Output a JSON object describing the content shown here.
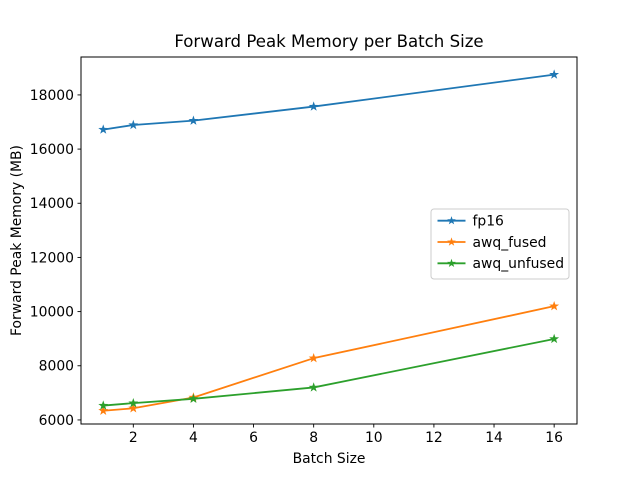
{
  "window": {
    "background": "#ffffff"
  },
  "chart_data": {
    "type": "line",
    "title": "Forward Peak Memory per Batch Size",
    "xlabel": "Batch Size",
    "ylabel": "Forward Peak Memory (MB)",
    "x": [
      1,
      2,
      4,
      8,
      16
    ],
    "series": [
      {
        "name": "fp16",
        "color": "#1f77b4",
        "marker": "star",
        "values": [
          16720,
          16890,
          17050,
          17570,
          18750
        ]
      },
      {
        "name": "awq_fused",
        "color": "#ff7f0e",
        "marker": "star",
        "values": [
          6340,
          6430,
          6830,
          8280,
          10200
        ]
      },
      {
        "name": "awq_unfused",
        "color": "#2ca02c",
        "marker": "star",
        "values": [
          6530,
          6620,
          6780,
          7200,
          8990
        ]
      }
    ],
    "xticks": [
      2,
      4,
      6,
      8,
      10,
      12,
      14,
      16
    ],
    "yticks": [
      6000,
      8000,
      10000,
      12000,
      14000,
      16000,
      18000
    ],
    "xlim": [
      0.26,
      16.76
    ],
    "ylim": [
      5850,
      19400
    ],
    "grid": false,
    "axis_color": "#000000",
    "legend": {
      "position": "center right",
      "entries": [
        "fp16",
        "awq_fused",
        "awq_unfused"
      ],
      "border_color": "#cccccc",
      "background": "#ffffff"
    }
  }
}
